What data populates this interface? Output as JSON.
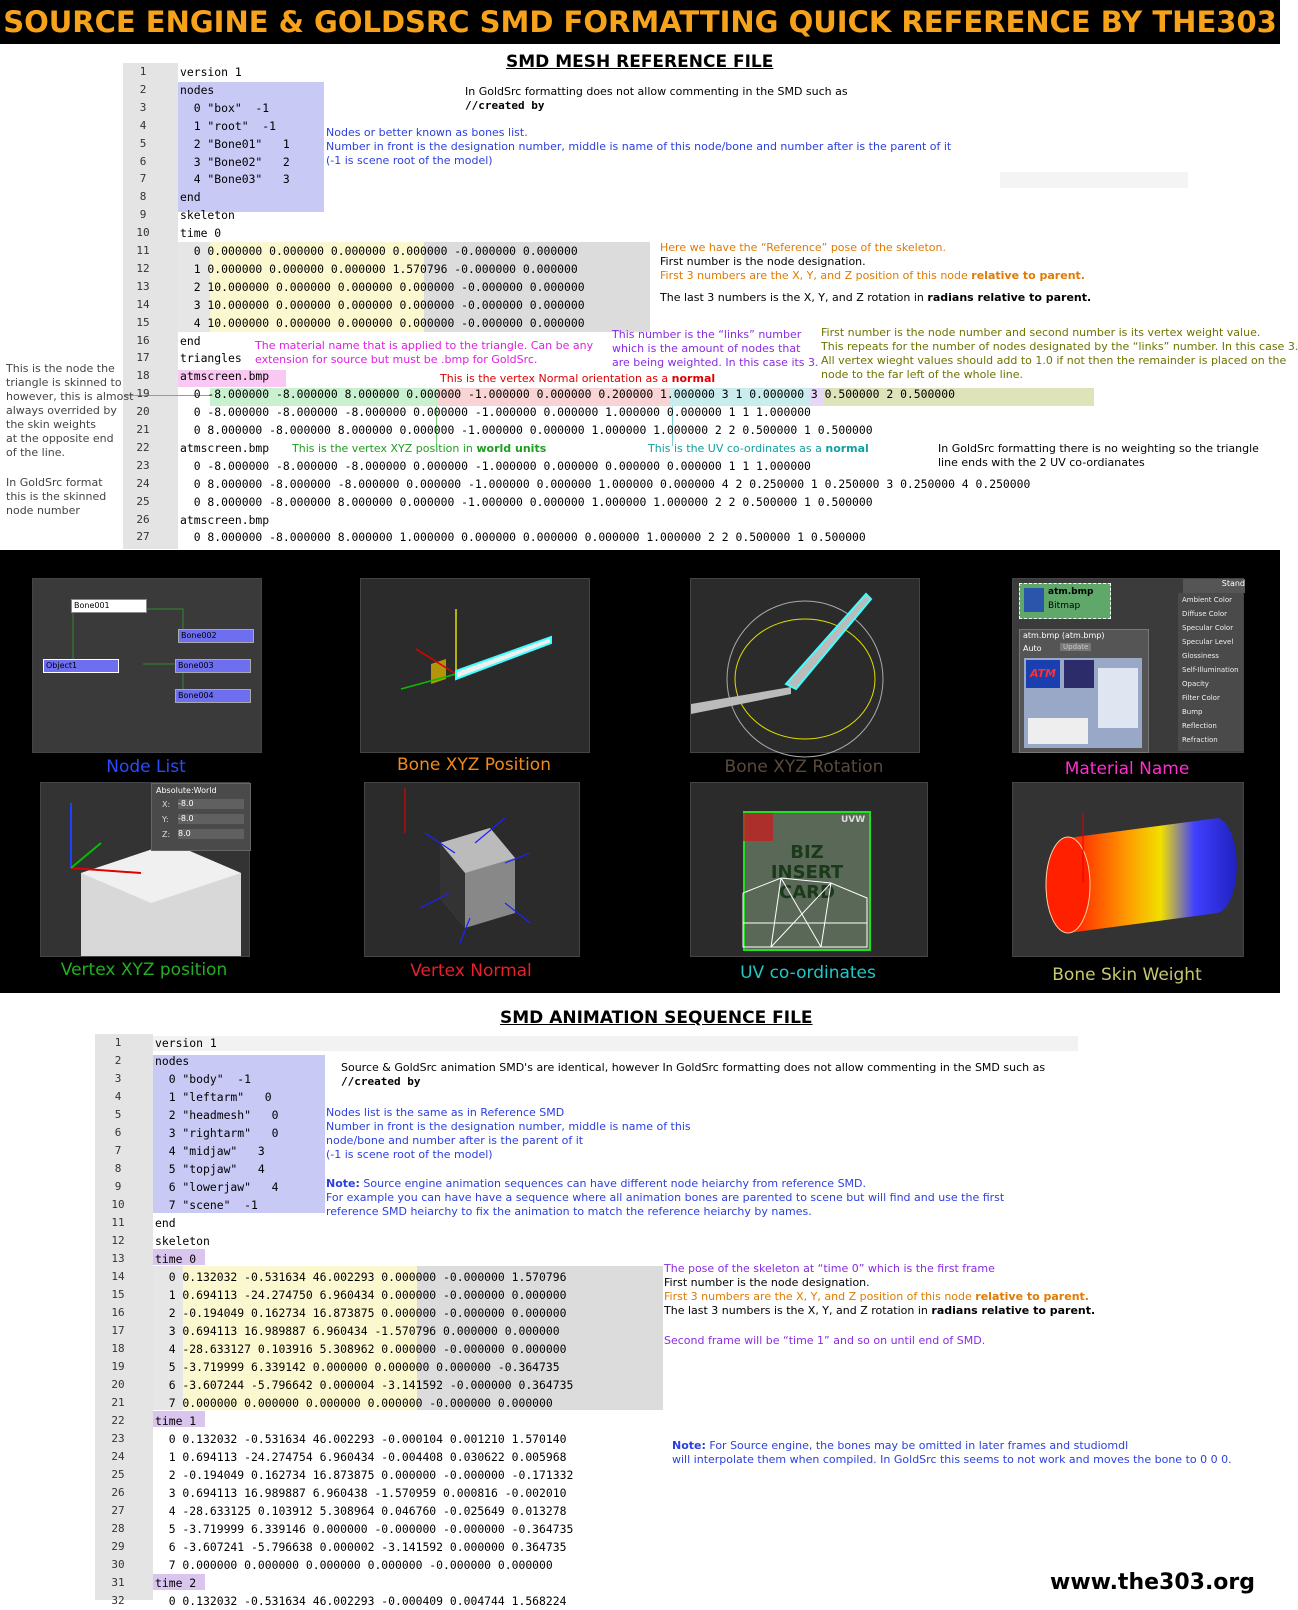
{
  "banner": "SOURCE ENGINE & GOLDSRC SMD FORMATTING QUICK REFERENCE BY THE303",
  "mesh": {
    "title": "SMD MESH REFERENCE FILE",
    "lines": [
      "version 1",
      "nodes",
      "  0 \"box\"  -1",
      "  1 \"root\"  -1",
      "  2 \"Bone01\"   1",
      "  3 \"Bone02\"   2",
      "  4 \"Bone03\"   3",
      "end",
      "skeleton",
      "time 0",
      "  0 0.000000 0.000000 0.000000 0.000000 -0.000000 0.000000",
      "  1 0.000000 0.000000 0.000000 1.570796 -0.000000 0.000000",
      "  2 10.000000 0.000000 0.000000 0.000000 -0.000000 0.000000",
      "  3 10.000000 0.000000 0.000000 0.000000 -0.000000 0.000000",
      "  4 10.000000 0.000000 0.000000 0.000000 -0.000000 0.000000",
      "end",
      "triangles",
      "atmscreen.bmp",
      "  0 -8.000000 -8.000000 8.000000 0.000000 -1.000000 0.000000 0.200000 1.000000 3 1 0.000000 3 0.500000 2 0.500000",
      "  0 -8.000000 -8.000000 -8.000000 0.000000 -1.000000 0.000000 1.000000 0.000000 1 1 1.000000",
      "  0 8.000000 -8.000000 8.000000 0.000000 -1.000000 0.000000 1.000000 1.000000 2 2 0.500000 1 0.500000",
      "atmscreen.bmp",
      "  0 -8.000000 -8.000000 -8.000000 0.000000 -1.000000 0.000000 0.000000 0.000000 1 1 1.000000",
      "  0 8.000000 -8.000000 -8.000000 0.000000 -1.000000 0.000000 1.000000 0.000000 4 2 0.250000 1 0.250000 3 0.250000 4 0.250000",
      "  0 8.000000 -8.000000 8.000000 0.000000 -1.000000 0.000000 1.000000 1.000000 2 2 0.500000 1 0.500000",
      "atmscreen.bmp",
      "  0 8.000000 -8.000000 8.000000 1.000000 0.000000 0.000000 0.000000 1.000000 2 2 0.500000 1 0.500000"
    ],
    "notes": {
      "goldsrc_comment_1": "In GoldSrc formatting does not allow commenting in the SMD such as",
      "goldsrc_comment_2": "//created by",
      "nodes_1": "Nodes or better known as bones list.",
      "nodes_2": "Number in front is the designation number, middle is name of this node/bone and number after is the parent of it",
      "nodes_3": "(-1 is scene root of the model)",
      "ref_1": "Here we have the “Reference” pose of the skeleton.",
      "ref_2": "First number is the node designation.",
      "ref_3a": "First 3 numbers are the X, Y, and Z position of this node ",
      "ref_3b": "relative to parent.",
      "ref_4a": "The last 3 numbers is the X, Y, and Z rotation in ",
      "ref_4b": "radians relative to parent.",
      "material_1": "The material name that is applied to the triangle.  Can be any",
      "material_2": "extension for source but must be .bmp for GoldSrc.",
      "links_1": "This number is the “links” number",
      "links_2": "which is the amount of nodes that",
      "links_3": "are being  weighted. In this case its 3.",
      "weight_1": "First number is the node number and second number is its vertex weight value.",
      "weight_2": "This repeats for the number of nodes designated by the “links” number. In this case 3.",
      "weight_3": "All vertex wieght values should add to 1.0 if not then the remainder is placed on the",
      "weight_4": "node to the far left of the whole line.",
      "normal_a": "This is the vertex Normal orientation as a ",
      "normal_b": "normal",
      "pos_a": "This is the vertex XYZ position in ",
      "pos_b": "world units",
      "uv_a": "This is the UV co-ordinates as a ",
      "uv_b": "normal",
      "noweight_1": "In GoldSrc formatting there is no weighting so the triangle",
      "noweight_2": "line ends with the 2 UV co-ordianates",
      "left_1": "This is the node the",
      "left_2": "triangle is skinned to",
      "left_3": "however, this is almost",
      "left_4": "always overrided by",
      "left_5": "the skin weights",
      "left_6": "at the opposite end",
      "left_7": "of the line.",
      "left_8": "In GoldSrc format",
      "left_9": "this is the skinned",
      "left_10": "node number"
    }
  },
  "gallery": [
    {
      "caption": "Node List",
      "color": "#2a4bff"
    },
    {
      "caption": "Bone XYZ Position",
      "color": "#f08a1a"
    },
    {
      "caption": "Bone XYZ Rotation",
      "color": "#5a4a3a"
    },
    {
      "caption": "Material Name",
      "color": "#ff2ed0"
    },
    {
      "caption": "Vertex XYZ position",
      "color": "#22b022"
    },
    {
      "caption": "Vertex Normal",
      "color": "#e8202a"
    },
    {
      "caption": "UV co-ordinates",
      "color": "#20c8c8"
    },
    {
      "caption": "Bone Skin Weight",
      "color": "#c8c870"
    }
  ],
  "gallery_labels": {
    "bone001": "Bone001",
    "bone002": "Bone002",
    "bone003": "Bone003",
    "bone004": "Bone004",
    "object1": "Object1",
    "atm_name": "atm.bmp",
    "atm_type": "Bitmap",
    "atm_title": "atm.bmp (atm.bmp)",
    "auto": "Auto",
    "update": "Update",
    "stand": "Stand",
    "atm_logo": "ATM",
    "mat_slots": [
      "Ambient Color",
      "Diffuse Color",
      "Specular Color",
      "Specular Level",
      "Glossiness",
      "Self-Illumination",
      "Opacity",
      "Filter Color",
      "Bump",
      "Reflection",
      "Refraction"
    ],
    "abs_world": "Absolute:World",
    "x_lbl": "X:",
    "y_lbl": "Y:",
    "z_lbl": "Z:",
    "x_val": "-8.0",
    "y_val": "-8.0",
    "z_val": "8.0",
    "uvw": "UVW",
    "card_text": "BIZ INSERT CARD"
  },
  "anim": {
    "title": "SMD ANIMATION SEQUENCE FILE",
    "lines": [
      "version 1",
      "nodes",
      "  0 \"body\"  -1",
      "  1 \"leftarm\"   0",
      "  2 \"headmesh\"   0",
      "  3 \"rightarm\"   0",
      "  4 \"midjaw\"   3",
      "  5 \"topjaw\"   4",
      "  6 \"lowerjaw\"   4",
      "  7 \"scene\"  -1",
      "end",
      "skeleton",
      "time 0",
      "  0 0.132032 -0.531634 46.002293 0.000000 -0.000000 1.570796",
      "  1 0.694113 -24.274750 6.960434 0.000000 -0.000000 0.000000",
      "  2 -0.194049 0.162734 16.873875 0.000000 -0.000000 0.000000",
      "  3 0.694113 16.989887 6.960434 -1.570796 0.000000 0.000000",
      "  4 -28.633127 0.103916 5.308962 0.000000 -0.000000 0.000000",
      "  5 -3.719999 6.339142 0.000000 0.000000 0.000000 -0.364735",
      "  6 -3.607244 -5.796642 0.000004 -3.141592 -0.000000 0.364735",
      "  7 0.000000 0.000000 0.000000 0.000000 -0.000000 0.000000",
      "time 1",
      "  0 0.132032 -0.531634 46.002293 -0.000104 0.001210 1.570140",
      "  1 0.694113 -24.274754 6.960434 -0.004408 0.030622 0.005968",
      "  2 -0.194049 0.162734 16.873875 0.000000 -0.000000 -0.171332",
      "  3 0.694113 16.989887 6.960438 -1.570959 0.000816 -0.002010",
      "  4 -28.633125 0.103912 5.308964 0.046760 -0.025649 0.013278",
      "  5 -3.719999 6.339146 0.000000 -0.000000 -0.000000 -0.364735",
      "  6 -3.607241 -5.796638 0.000002 -3.141592 0.000000 0.364735",
      "  7 0.000000 0.000000 0.000000 0.000000 -0.000000 0.000000",
      "time 2",
      "  0 0.132032 -0.531634 46.002293 -0.000409 0.004744 1.568224"
    ],
    "notes": {
      "comment_1": "Source & GoldSrc animation SMD's are identical, however In GoldSrc formatting does not allow commenting in the SMD such as",
      "comment_2": "//created by",
      "nodes_1": "Nodes list is the same as in Reference SMD",
      "nodes_2": "Number in front is the designation number, middle is name of this",
      "nodes_3": "node/bone and number after is the parent of it",
      "nodes_4": "(-1 is scene root of the model)",
      "note_label": "Note:",
      "note_1": " Source engine animation sequences can have different node heiarchy from reference SMD.",
      "note_2": "For example you can have have a sequence where all animation bones are parented to scene but will find and use the first",
      "note_3": "reference SMD heiarchy to fix the animation to match the reference heiarchy by names.",
      "pose_1": "The pose of the skeleton at “time 0” which is the first frame",
      "pose_2": "First number is the node designation.",
      "pose_3a": "First 3 numbers are the X, Y, and Z position of this node ",
      "pose_3b": "relative to parent.",
      "pose_4a": "The last 3 numbers is the X, Y, and Z rotation in ",
      "pose_4b": "radians relative to parent.",
      "pose_5": "Second frame will be “time 1” and so on until end of SMD.",
      "omit_label": "Note:",
      "omit_1": " For Source engine, the bones may be omitted in later frames and studiomdl",
      "omit_2": "will interpolate them when compiled.  In GoldSrc this seems to not work and moves the bone to 0 0 0."
    }
  },
  "footer_url": "www.the303.org"
}
